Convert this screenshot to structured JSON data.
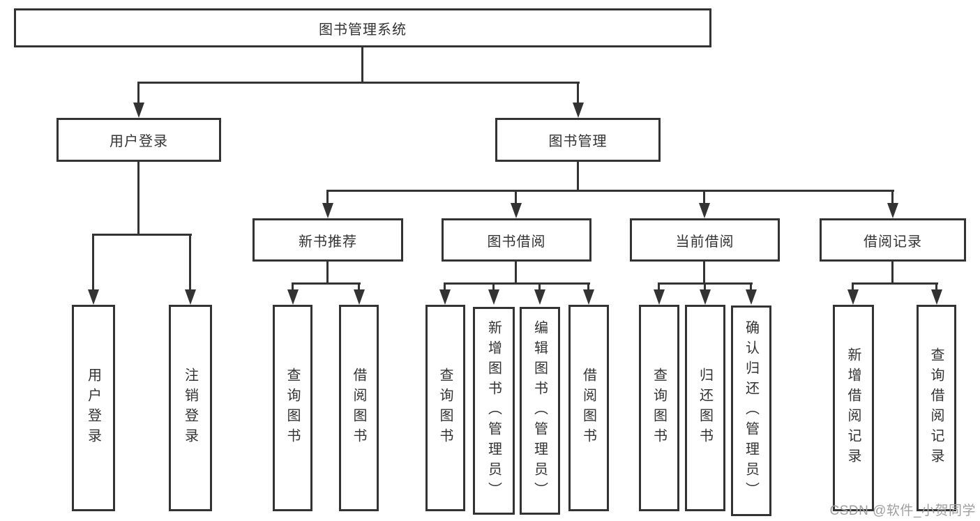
{
  "diagram": {
    "type": "hierarchy-flowchart",
    "root": {
      "label": "图书管理系统",
      "children": [
        {
          "label": "用户登录",
          "children": [
            {
              "label": "用户登录"
            },
            {
              "label": "注销登录"
            }
          ]
        },
        {
          "label": "图书管理",
          "children": [
            {
              "label": "新书推荐",
              "children": [
                {
                  "label": "查询图书"
                },
                {
                  "label": "借阅图书"
                }
              ]
            },
            {
              "label": "图书借阅",
              "children": [
                {
                  "label": "查询图书"
                },
                {
                  "label": "新增图书（管理员）"
                },
                {
                  "label": "编辑图书（管理员）"
                },
                {
                  "label": "借阅图书"
                }
              ]
            },
            {
              "label": "当前借阅",
              "children": [
                {
                  "label": "查询图书"
                },
                {
                  "label": "归还图书"
                },
                {
                  "label": "确认归还（管理员）"
                }
              ]
            },
            {
              "label": "借阅记录",
              "children": [
                {
                  "label": "新增借阅记录"
                },
                {
                  "label": "查询借阅记录"
                }
              ]
            }
          ]
        }
      ]
    },
    "colors": {
      "line": "#333333",
      "box_border": "#333333",
      "box_fill": "#ffffff",
      "text": "#333333",
      "watermark": "#9e9e9e",
      "background": "#ffffff"
    }
  },
  "watermark": {
    "text": "CSDN @软件_小贺同学"
  }
}
